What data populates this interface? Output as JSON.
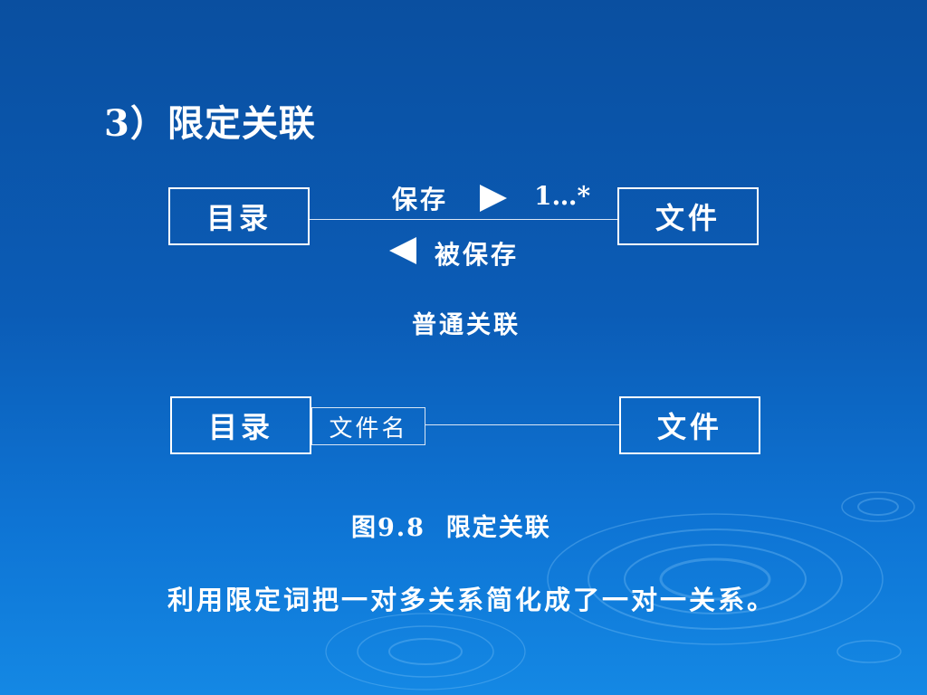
{
  "slide": {
    "title": "3）限定关联"
  },
  "normal_association": {
    "left_class": "目录",
    "right_class": "文件",
    "forward_role": "保存",
    "multiplicity": "1…*",
    "backward_role": "被保存",
    "caption": "普通关联",
    "forward_arrow_icon": "triangle-right-icon",
    "backward_arrow_icon": "triangle-left-icon"
  },
  "qualified_association": {
    "left_class": "目录",
    "qualifier": "文件名",
    "right_class": "文件"
  },
  "figure_caption": "图9.8  限定关联",
  "summary": "利用限定词把一对多关系简化成了一对一关系。",
  "colors": {
    "background": "#0b5cb6",
    "foreground": "#ffffff",
    "line": "#dbe7f6"
  }
}
